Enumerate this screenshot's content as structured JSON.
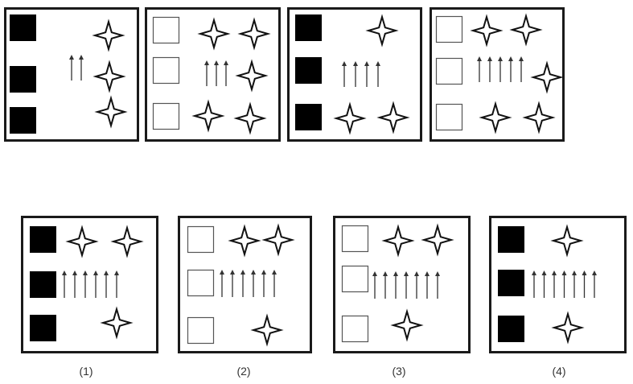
{
  "colors": {
    "frame": "#1a1a1a",
    "square_fill": "#000000",
    "square_empty_stroke": "#555555",
    "arrow": "#333333",
    "star_stroke": "#111111",
    "star_fill": "#ffffff"
  },
  "question_panels": [
    {
      "squares": [
        "filled",
        "filled",
        "filled"
      ],
      "arrow_count": 2,
      "star_count": 3
    },
    {
      "squares": [
        "empty",
        "empty",
        "empty"
      ],
      "arrow_count": 3,
      "star_count": 5
    },
    {
      "squares": [
        "filled",
        "filled",
        "filled"
      ],
      "arrow_count": 4,
      "star_count": 3
    },
    {
      "squares": [
        "empty",
        "empty",
        "empty"
      ],
      "arrow_count": 5,
      "star_count": 5
    }
  ],
  "answer_options": [
    {
      "label": "(1)",
      "squares": [
        "filled",
        "filled",
        "filled"
      ],
      "arrow_count": 6,
      "star_count": 3
    },
    {
      "label": "(2)",
      "squares": [
        "empty",
        "empty",
        "empty"
      ],
      "arrow_count": 6,
      "star_count": 3
    },
    {
      "label": "(3)",
      "squares": [
        "empty",
        "empty",
        "empty"
      ],
      "arrow_count": 7,
      "star_count": 3
    },
    {
      "label": "(4)",
      "squares": [
        "filled",
        "filled",
        "filled"
      ],
      "arrow_count": 7,
      "star_count": 2
    }
  ]
}
